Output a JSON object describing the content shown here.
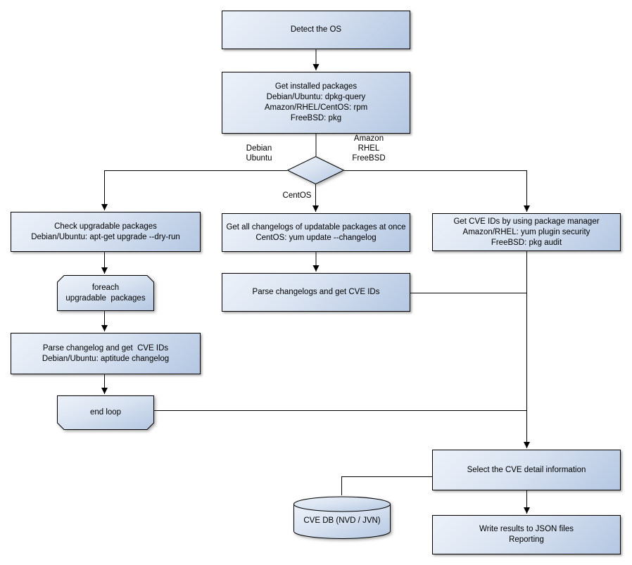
{
  "colors": {
    "background": "#ffffff",
    "fill_a": "#edf2f9",
    "fill_b": "#b4c7e2",
    "border": "#000000",
    "line": "#000000",
    "text": "#000000"
  },
  "nodes": {
    "detect_os": {
      "label": "Detect the OS"
    },
    "get_installed_packages": {
      "label": "Get installed packages\nDebian/Ubuntu: dpkg-query\nAmazon/RHEL/CentOS: rpm\nFreeBSD: pkg"
    },
    "check_upgradable": {
      "label": "Check upgradable packages\nDebian/Ubuntu: apt-get upgrade --dry-run"
    },
    "foreach_loop": {
      "label": "foreach\nupgradable  packages"
    },
    "parse_changelog": {
      "label": "Parse changelog and get  CVE IDs\nDebian/Ubuntu: aptitude changelog"
    },
    "end_loop": {
      "label": "end loop"
    },
    "get_all_changelogs": {
      "label": "Get all changelogs of updatable packages at once\nCentOS: yum update --changelog"
    },
    "parse_changelogs": {
      "label": "Parse changelogs and get CVE IDs"
    },
    "get_cve_ids_pkg_mgr": {
      "label": "Get CVE IDs by using package manager\nAmazon/RHEL: yum plugin security\nFreeBSD: pkg audit"
    },
    "select_cve_detail": {
      "label": "Select the CVE detail information"
    },
    "cve_db": {
      "label": "CVE DB (NVD / JVN)"
    },
    "write_results": {
      "label": "Write results to JSON files\nReporting"
    }
  },
  "edge_labels": {
    "debian_ubuntu": "Debian\nUbuntu",
    "amazon_rhel_freebsd": "Amazon\nRHEL\nFreeBSD",
    "centos": "CentOS"
  }
}
